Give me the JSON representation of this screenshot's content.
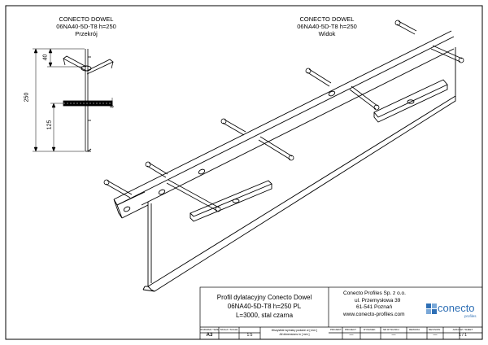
{
  "section_view": {
    "title_line1": "CONECTO DOWEL",
    "title_line2": "06NA40-5D-T8 h=250",
    "caption": "Przekrój",
    "dim_total": "250",
    "dim_top": "40",
    "dim_lower": "125",
    "dim_plate": "8"
  },
  "iso_view": {
    "title_line1": "CONECTO DOWEL",
    "title_line2": "06NA40-5D-T8 h=250",
    "caption": "Widok"
  },
  "title_block": {
    "product_line1": "Profil dylatacyjny Conecto Dowel",
    "product_line2": "06NA40-5D-T8 h=250 PL",
    "product_line3": "L=3000, stal czarna",
    "company_name": "Conecto Profiles Sp. z o.o.",
    "company_street": "ul. Przemysłowa 39",
    "company_city": "61-541 Poznań",
    "company_web": "www.conecto-profiles.com",
    "logo_word": "conecto",
    "logo_sub": "profiles",
    "logo_color": "#2e6fb5",
    "format_label": "ROZMIAR / SIZE",
    "format_value": "A3",
    "scale_label": "SKALA / SCALE",
    "scale_value": "1:5",
    "note": "Wszystkie wymiary podane w [ mm ]",
    "note_en": "All dimensions in [ mm ]",
    "projekt_label": "PROJEKT",
    "project_label": "PROJECT",
    "rysunek_label": "RYSUNEK",
    "drawing_no_label": "NR RYSUNKU",
    "rewizja_label": "REWIZJA",
    "revision_label": "REVISION",
    "dash": "—",
    "sheet_label": "ARKUSZ / SHEET",
    "sheet_value": "1 / 1"
  }
}
